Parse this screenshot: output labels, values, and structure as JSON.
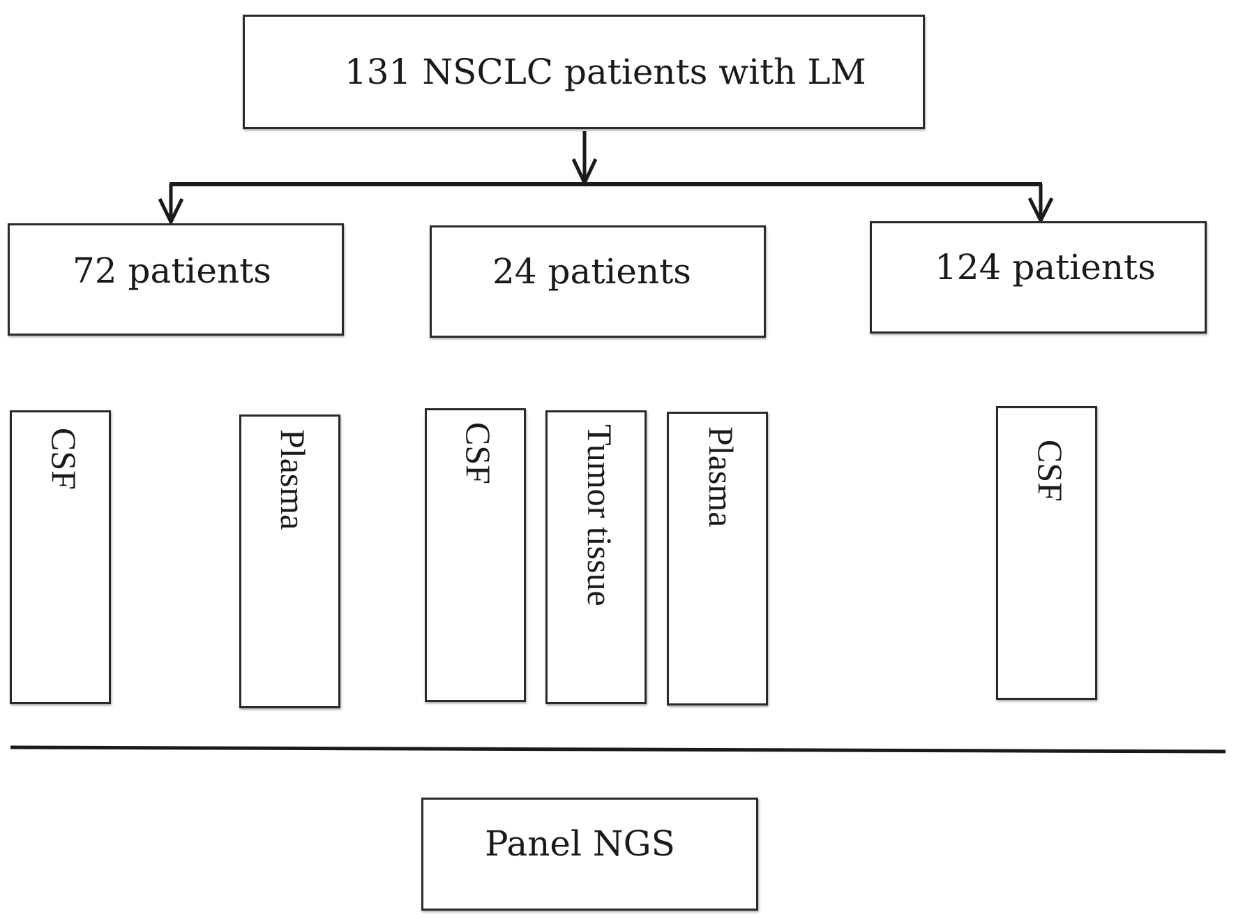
{
  "top_box": {
    "label": "131 NSCLC patients with LM"
  },
  "groups": [
    {
      "label": "72 patients"
    },
    {
      "label": "24 patients"
    },
    {
      "label": "124 patients"
    }
  ],
  "samples": [
    {
      "label": "CSF"
    },
    {
      "label": "Plasma"
    },
    {
      "label": "CSF"
    },
    {
      "label": "Tumor tissue"
    },
    {
      "label": "Plasma"
    },
    {
      "label": "CSF"
    }
  ],
  "bottom_box": {
    "label": "Panel NGS"
  },
  "colors": {
    "line": "#1a1a1a",
    "box_border": "#2a2a2a",
    "background": "#ffffff"
  }
}
